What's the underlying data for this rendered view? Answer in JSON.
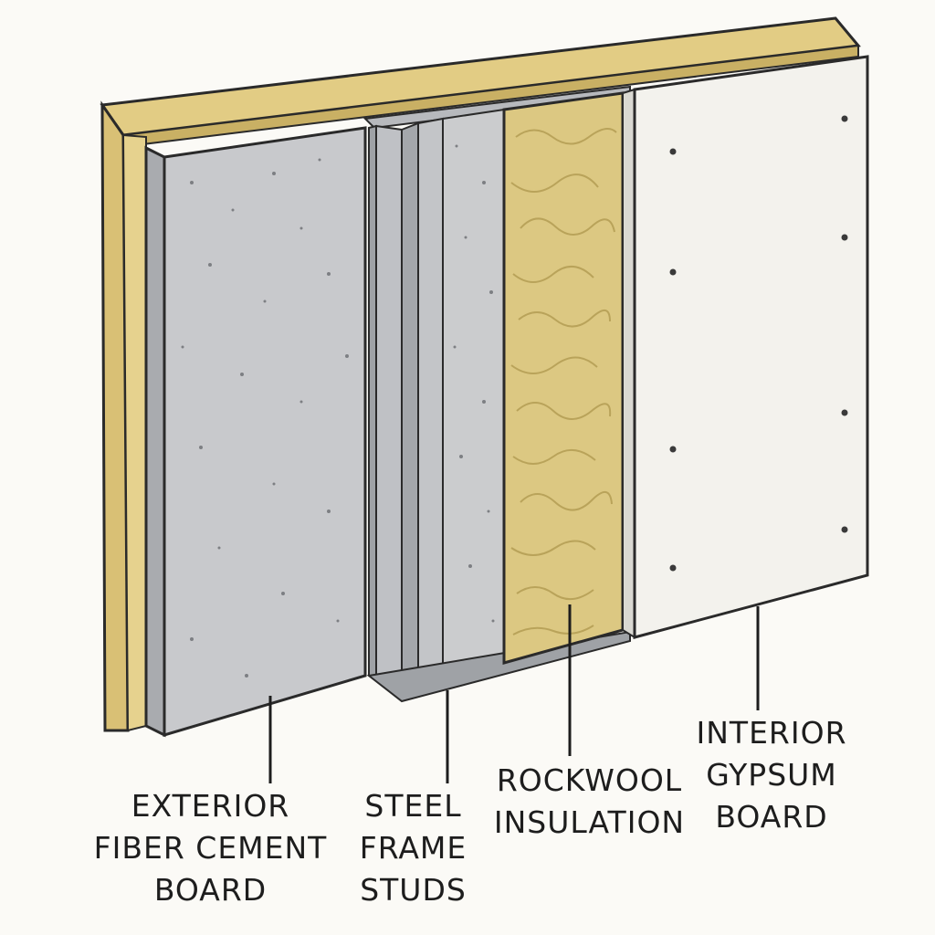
{
  "labels": {
    "exterior": [
      "EXTERIOR",
      "FIBER CEMENT",
      "BOARD"
    ],
    "steel": [
      "STEEL",
      "FRAME",
      "STUDS"
    ],
    "rockwool": [
      "ROCKWOOL",
      "INSULATION"
    ],
    "gypsum": [
      "INTERIOR",
      "GYPSUM",
      "BOARD"
    ]
  },
  "colors": {
    "background": "#fbfaf6",
    "timber": "#dcc57c",
    "fiber_cement": "#c7c8cb",
    "steel": "#b4b6ba",
    "rockwool": "#d8c57e",
    "gypsum": "#f2f1ec",
    "outline": "#2a2a2a"
  }
}
